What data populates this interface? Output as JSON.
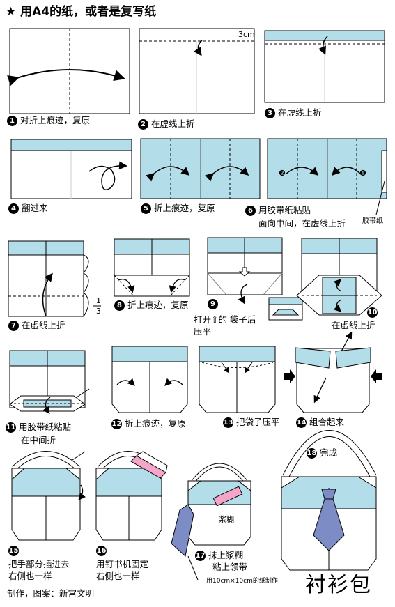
{
  "title": "★ 用A4的纸，或者是复写纸",
  "steps": [
    {
      "n": "1",
      "text": "对折上痕迹，复原"
    },
    {
      "n": "2",
      "text": "在虚线上折"
    },
    {
      "n": "3",
      "text": "在虚线上折"
    },
    {
      "n": "4",
      "text": "翻过来"
    },
    {
      "n": "5",
      "text": "折上痕迹，复原"
    },
    {
      "n": "6",
      "text": "用胶带纸粘贴",
      "text2": "面向中间，在虚线上折"
    },
    {
      "n": "7",
      "text": "在虚线上折"
    },
    {
      "n": "8",
      "text": "折上痕迹，复原"
    },
    {
      "n": "9",
      "text": "打开",
      "text2": "的 袋子后",
      "text3": "压平"
    },
    {
      "n": "10",
      "text": "在虚线上折"
    },
    {
      "n": "11",
      "text": "用胶带纸粘贴",
      "text2": "在中间折"
    },
    {
      "n": "12",
      "text": "折上痕迹，复原"
    },
    {
      "n": "13",
      "text": "把袋子压平"
    },
    {
      "n": "14",
      "text": "组合起来"
    },
    {
      "n": "15",
      "text": "把手部分插进去",
      "text2": "右侧也一样"
    },
    {
      "n": "16",
      "text": "用钉书机固定",
      "text2": "右侧也一样"
    },
    {
      "n": "17",
      "text": "抹上浆糊",
      "text2": "粘上领带"
    },
    {
      "n": "18",
      "text": "完成"
    }
  ],
  "labels": {
    "cm3": "3cm",
    "tape": "胶带纸",
    "fraction_top": "1",
    "fraction_bottom": "3",
    "glue": "浆糊",
    "marker_a": "❷",
    "marker_b": "❶",
    "note": "用10cm×10cm的纸制作"
  },
  "credit": "制作，图案：新宫文明",
  "product_name": "衬衫包",
  "colors": {
    "paper_blue": "#b3dde8",
    "pink": "#f4a6c8",
    "tie": "#7d8cc4",
    "stroke": "#000000",
    "crease": "#999999"
  }
}
